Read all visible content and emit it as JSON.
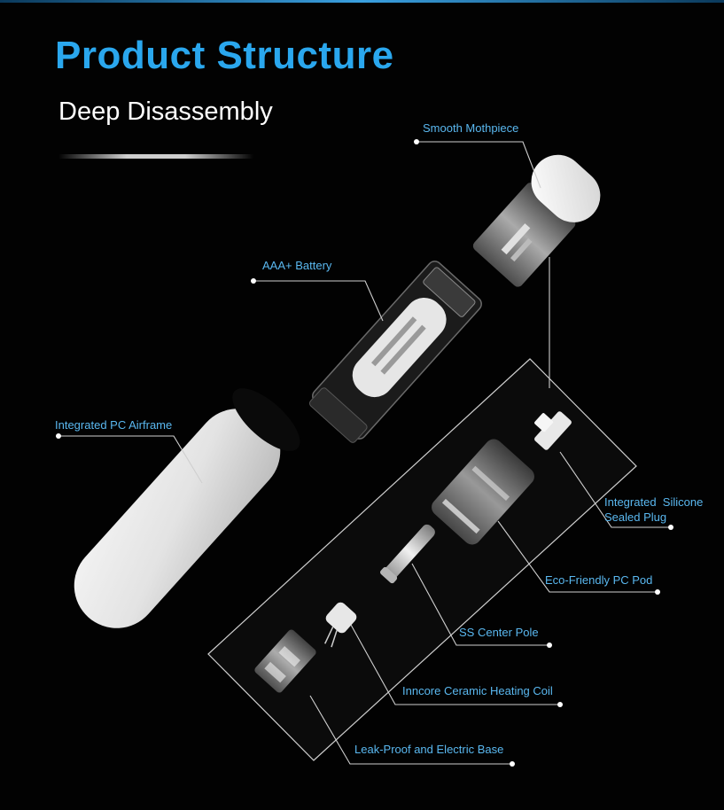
{
  "header": {
    "title": "Product Structure",
    "subtitle": "Deep Disassembly"
  },
  "labels": {
    "mouthpiece": "Smooth Mothpiece",
    "battery": "AAA+ Battery",
    "airframe": "Integrated PC Airframe",
    "plug_line1": "Integrated  Silicone",
    "plug_line2": "Sealed Plug",
    "pod": "Eco-Friendly PC Pod",
    "pole": "SS Center Pole",
    "coil": "Inncore Ceramic Heating Coil",
    "base": "Leak-Proof and Electric Base"
  },
  "colors": {
    "title": "#2aa7ee",
    "label": "#5ab8f0",
    "background": "#000000"
  }
}
